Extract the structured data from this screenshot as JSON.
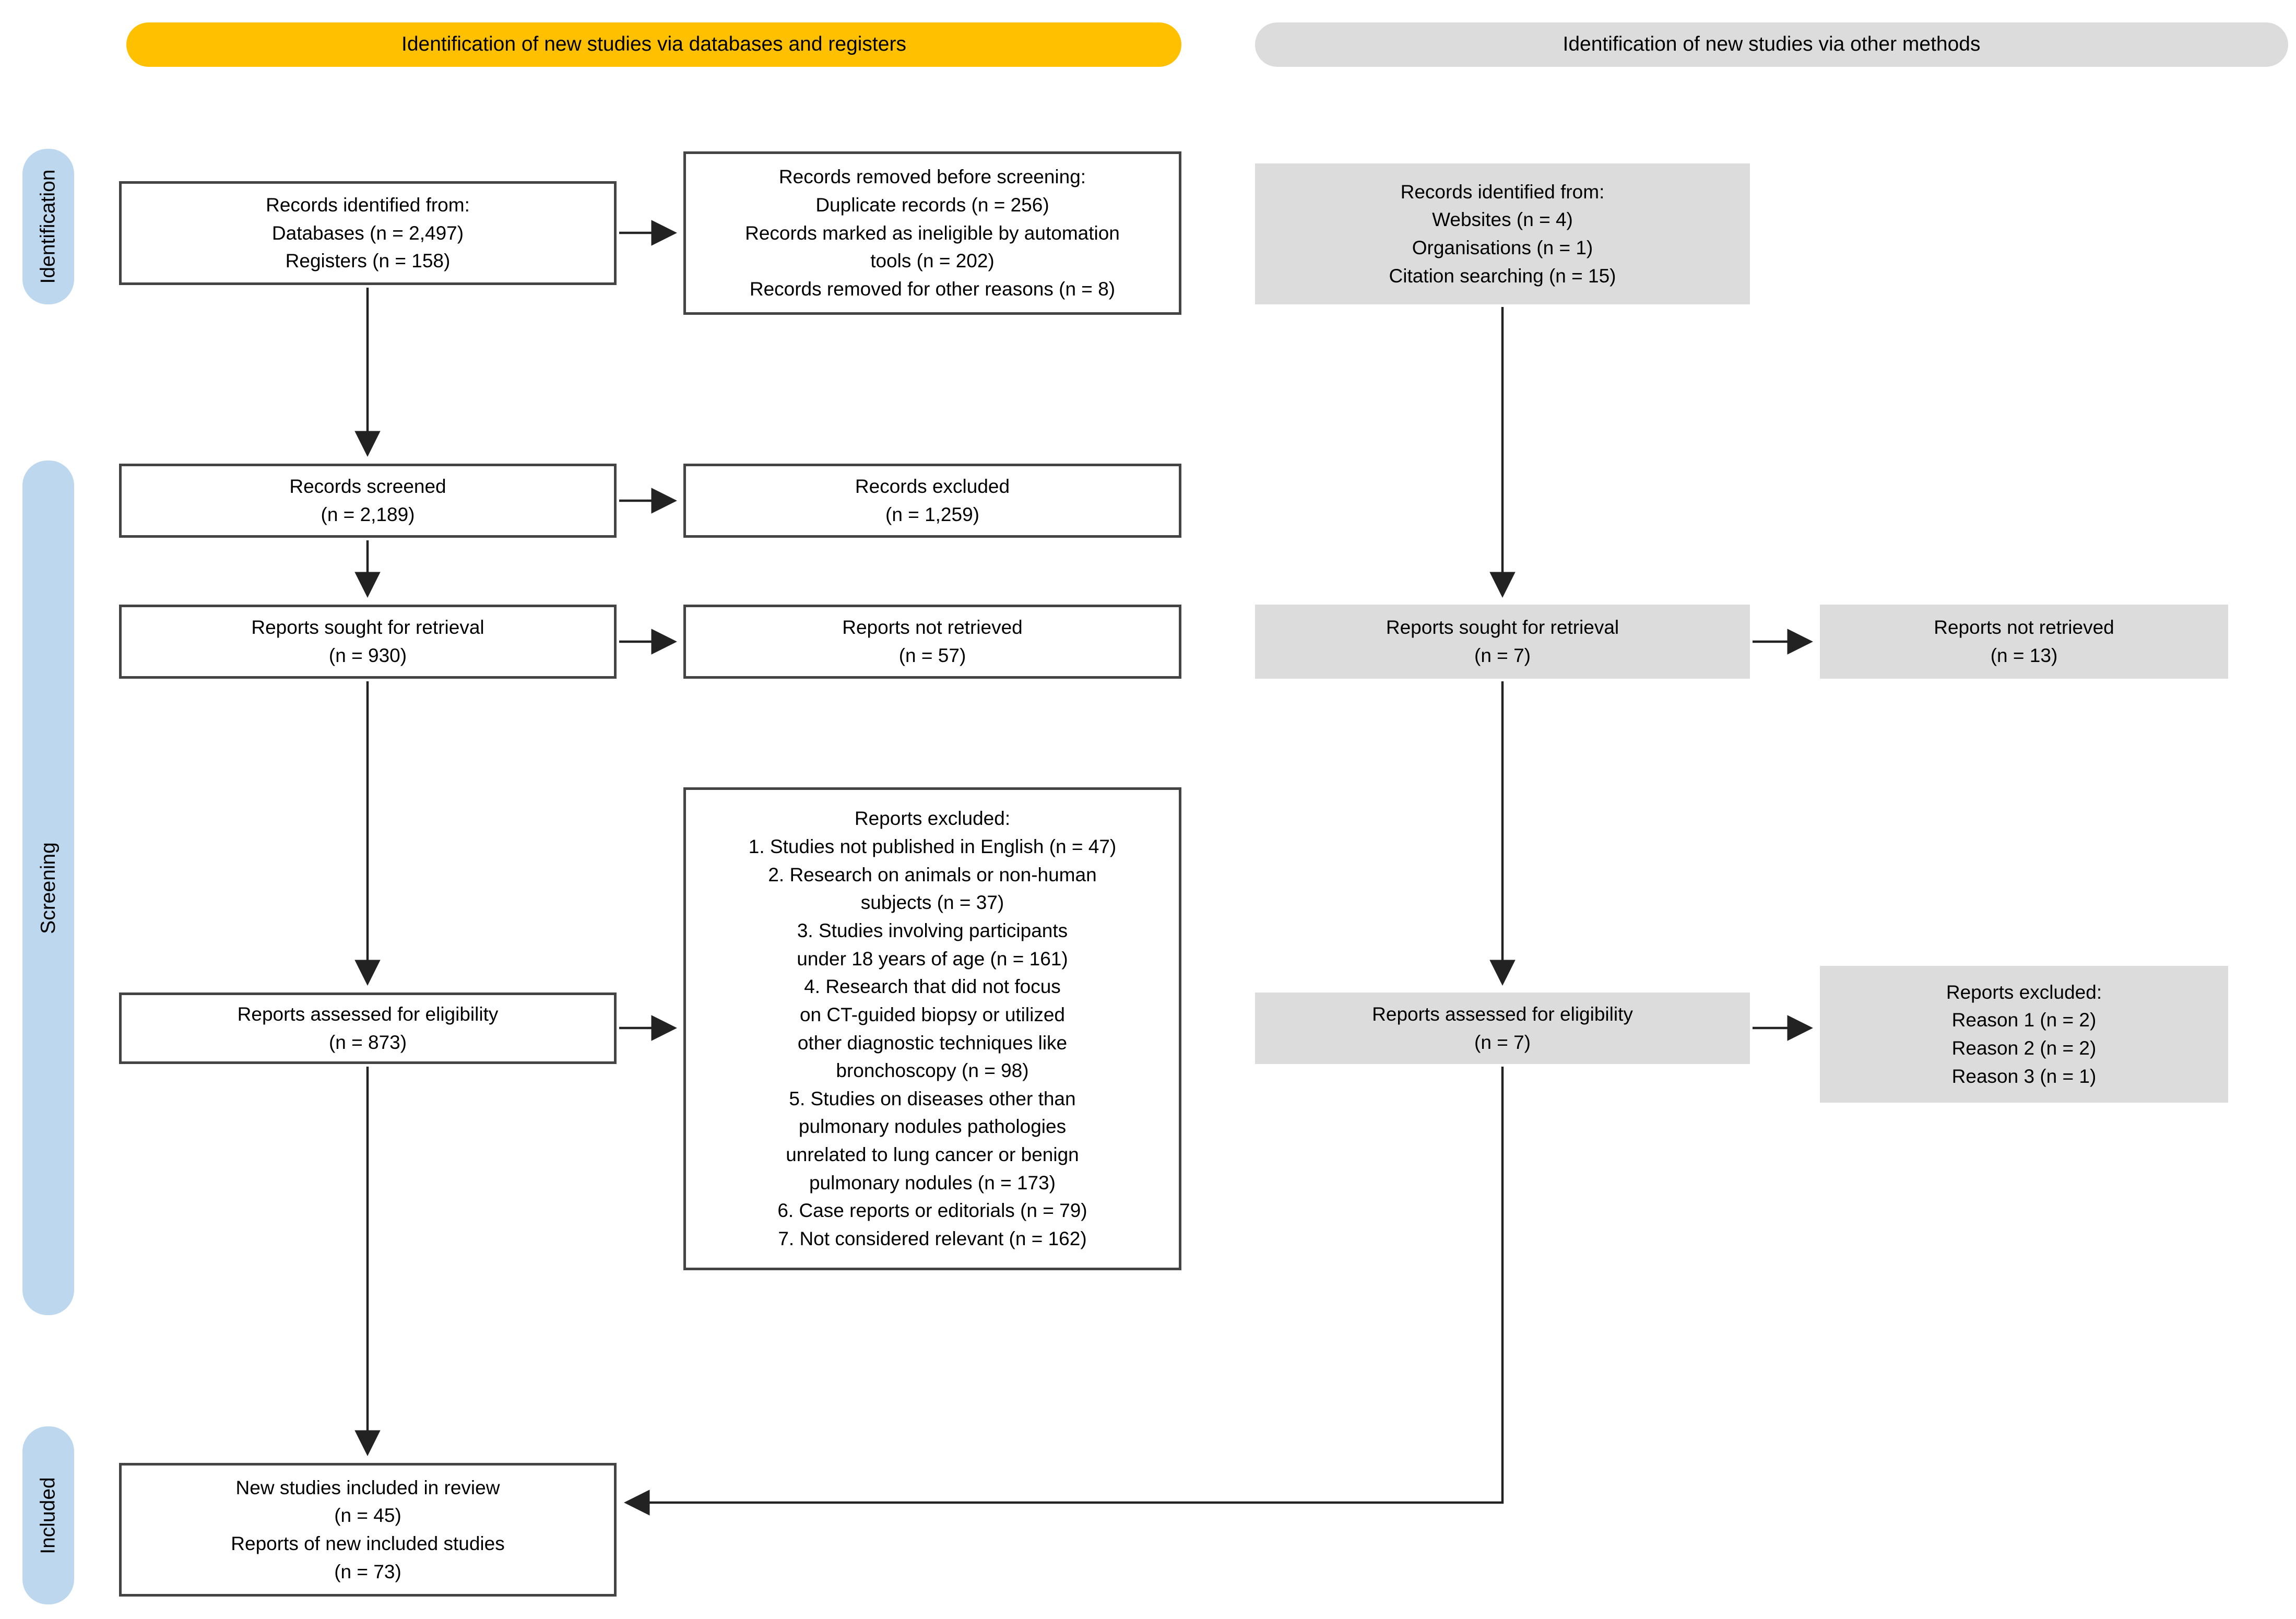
{
  "colors": {
    "banner_left_bg": "#FFC000",
    "banner_right_bg": "#DCDCDC",
    "stage_label_bg": "#BDD7EE",
    "gray_box_bg": "#DCDCDC",
    "box_border": "#444444",
    "arrow_color": "#222222"
  },
  "banners": {
    "databases": "Identification of new studies via databases and registers",
    "other": "Identification of new studies via other methods"
  },
  "stages": {
    "identification": "Identification",
    "screening": "Screening",
    "included": "Included"
  },
  "boxes": {
    "db_identified": "Records identified from:\nDatabases (n = 2,497)\nRegisters (n = 158)",
    "records_removed": "Records removed before screening:\nDuplicate records (n = 256)\nRecords marked as ineligible by automation\ntools (n = 202)\nRecords removed for other reasons (n = 8)",
    "other_identified": "Records identified from:\nWebsites (n = 4)\nOrganisations (n = 1)\nCitation searching (n = 15)",
    "records_screened": "Records screened\n(n = 2,189)",
    "records_excluded": "Records excluded\n(n = 1,259)",
    "reports_sought_db": "Reports sought for retrieval\n(n = 930)",
    "reports_not_retrieved_db": "Reports not retrieved\n(n = 57)",
    "reports_sought_other": "Reports sought for retrieval\n(n = 7)",
    "reports_not_retrieved_other": "Reports not retrieved\n(n = 13)",
    "reports_assessed_db": "Reports assessed for eligibility\n(n = 873)",
    "reports_excluded_list": "Reports excluded:\n1. Studies not published in English (n = 47)\n2. Research on animals or non-human\nsubjects (n = 37)\n3. Studies involving participants\nunder 18 years of age (n = 161)\n4. Research that did not focus\non CT-guided biopsy or utilized\nother diagnostic techniques like\nbronchoscopy (n = 98)\n5. Studies on diseases other than\npulmonary nodules pathologies\nunrelated to lung cancer or benign\npulmonary nodules (n = 173)\n6. Case reports or editorials (n = 79)\n7. Not considered relevant (n = 162)",
    "reports_assessed_other": "Reports assessed for eligibility\n(n = 7)",
    "reports_excluded_other": "Reports excluded:\nReason 1 (n = 2)\nReason 2 (n = 2)\nReason 3 (n = 1)",
    "included_studies": "New studies included in review\n(n = 45)\nReports of new included studies\n(n = 73)"
  }
}
